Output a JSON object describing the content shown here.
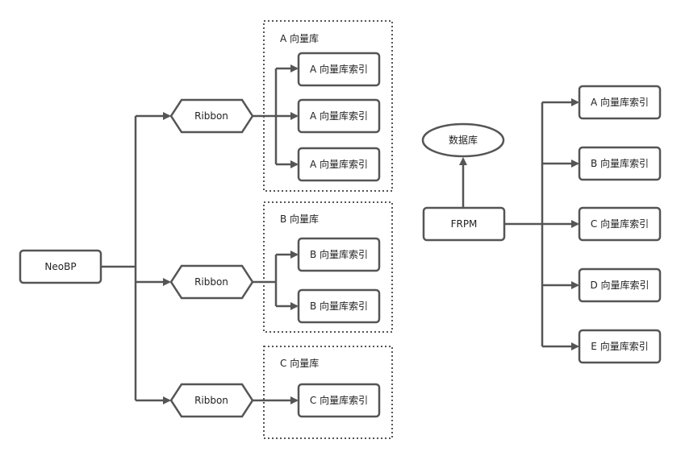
{
  "left": {
    "root": "NeoBP",
    "ribbons": [
      "Ribbon",
      "Ribbon",
      "Ribbon"
    ],
    "groups": [
      {
        "title": "A 向量库",
        "items": [
          "A 向量库索引",
          "A 向量库索引",
          "A 向量库索引"
        ]
      },
      {
        "title": "B 向量库",
        "items": [
          "B 向量库索引",
          "B 向量库索引"
        ]
      },
      {
        "title": "C 向量库",
        "items": [
          "C 向量库索引"
        ]
      }
    ]
  },
  "right": {
    "root": "FRPM",
    "database": "数据库",
    "items": [
      "A 向量库索引",
      "B 向量库索引",
      "C 向量库索引",
      "D 向量库索引",
      "E 向量库索引"
    ]
  },
  "colors": {
    "stroke": "#555555",
    "text": "#222222",
    "background": "#ffffff"
  }
}
